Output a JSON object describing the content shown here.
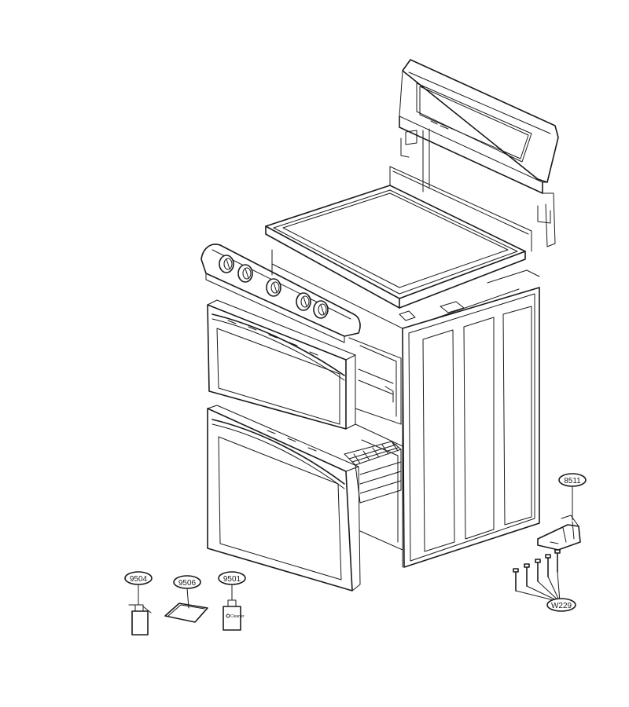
{
  "callouts": {
    "c8511": "8511",
    "c9504": "9504",
    "c9506": "9506",
    "c9501": "9501",
    "cw229": "W229"
  },
  "cleaner_bottle_text": "Cleaner",
  "icons": [
    "range-assembly-drawing",
    "spray-bottle-icon",
    "scrubbing-pad-icon",
    "cleaner-bottle-icon",
    "bracket-icon",
    "screw-icon"
  ]
}
